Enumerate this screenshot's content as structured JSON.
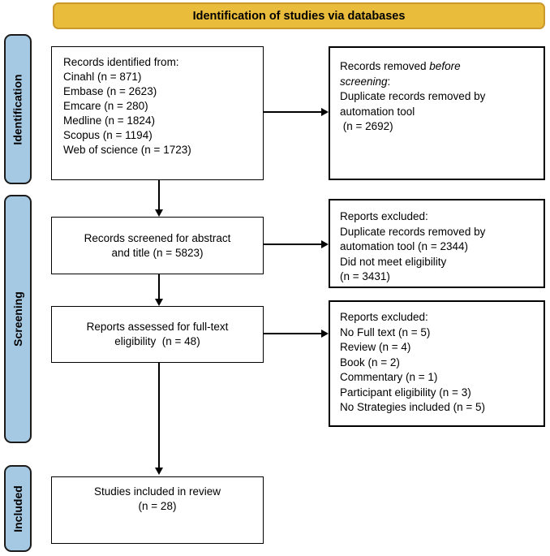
{
  "colors": {
    "banner_fill": "#E9BC3C",
    "banner_border": "#CB992B",
    "sidebar_fill": "#A6C9E3",
    "box_border": "#000000"
  },
  "banner": {
    "title": "Identification of studies via databases"
  },
  "sidebar": {
    "stages": {
      "identification": "Identification",
      "screening": "Screening",
      "included": "Included"
    }
  },
  "flow": {
    "identified": {
      "lines": [
        "Records identified from:",
        "Cinahl (n = 871)",
        "Embase (n = 2623)",
        "Emcare (n = 280)",
        "Medline (n = 1824)",
        "Scopus (n = 1194)",
        "Web of science (n = 1723)"
      ]
    },
    "removed_before": {
      "title_normal": "Records removed ",
      "title_italic1": "before",
      "title_italic2": "screening",
      "title_colon": ":",
      "lines": [
        "Duplicate records removed by",
        "automation tool",
        " (n = 2692)"
      ]
    },
    "screened": {
      "lines": [
        "Records screened for abstract",
        "and title (n = 5823)"
      ]
    },
    "excluded_screening": {
      "lines": [
        "Reports excluded:",
        "Duplicate records removed by",
        "automation tool (n = 2344)",
        "Did not meet eligibility",
        "(n = 3431)"
      ]
    },
    "assessed": {
      "lines": [
        "Reports assessed for full-text",
        "eligibility  (n = 48)"
      ]
    },
    "excluded_fulltext": {
      "lines": [
        "Reports excluded:",
        "No Full text (n = 5)",
        "Review (n = 4)",
        "Book (n = 2)",
        "Commentary (n = 1)",
        "Participant eligibility (n = 3)",
        "No Strategies included (n = 5)"
      ]
    },
    "included": {
      "lines": [
        "Studies included in review",
        "(n = 28)"
      ]
    }
  }
}
